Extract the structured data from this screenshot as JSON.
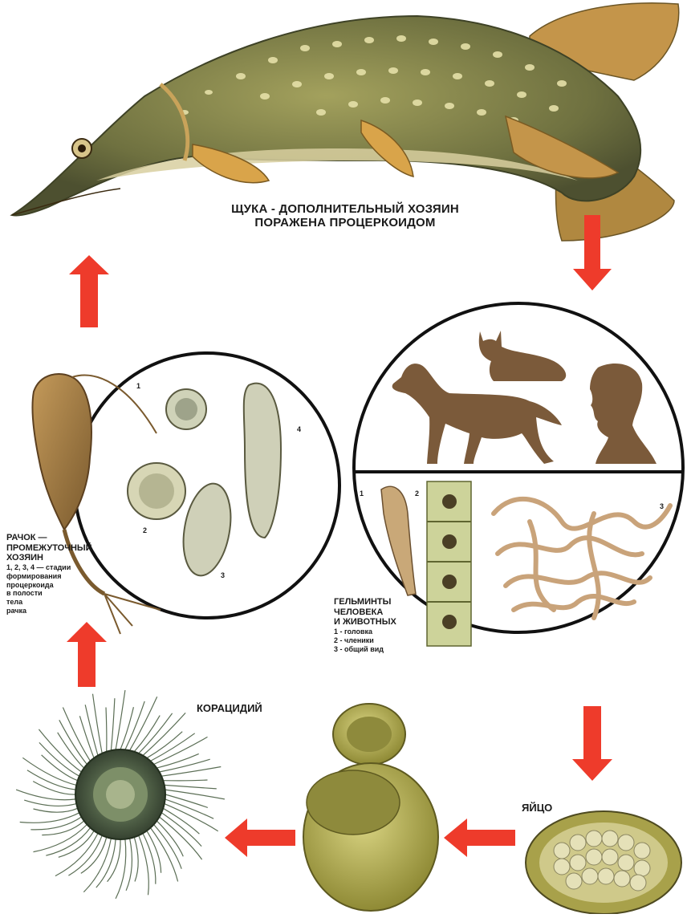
{
  "colors": {
    "arrow": "#ee3b2b",
    "circle_stroke": "#111111",
    "silhouette": "#7b5a3a",
    "fish_body": "#7d7f4a",
    "fish_belly": "#d8cfa0",
    "fin": "#d9a44a",
    "egg_shell": "#bfb960",
    "egg_inner": "#8e8a3c"
  },
  "pike": {
    "line1": "ЩУКА - ДОПОЛНИТЕЛЬНЫЙ ХОЗЯИН",
    "line2": "ПОРАЖЕНА ПРОЦЕРКОИДОМ"
  },
  "copepod": {
    "title1": "РАЧОК —",
    "title2": "ПРОМЕЖУТОЧНЫЙ",
    "title3": "ХОЗЯИН",
    "line4": "1, 2, 3, 4 — стадии",
    "line5": "формирования",
    "line6": "процеркоида",
    "line7": "в полости",
    "line8": "тела",
    "line9": "рачка",
    "stage_numbers": [
      "1",
      "2",
      "3",
      "4"
    ]
  },
  "helminths": {
    "title1": "ГЕЛЬМИНТЫ",
    "title2": "ЧЕЛОВЕКА",
    "title3": "И ЖИВОТНЫХ",
    "item1": "1 - головка",
    "item2": "2 - членики",
    "item3": "3 - общий вид",
    "part_numbers": [
      "1",
      "2",
      "3"
    ]
  },
  "coracidium": {
    "label": "КОРАЦИДИЙ"
  },
  "egg": {
    "label": "ЯЙЦО"
  }
}
